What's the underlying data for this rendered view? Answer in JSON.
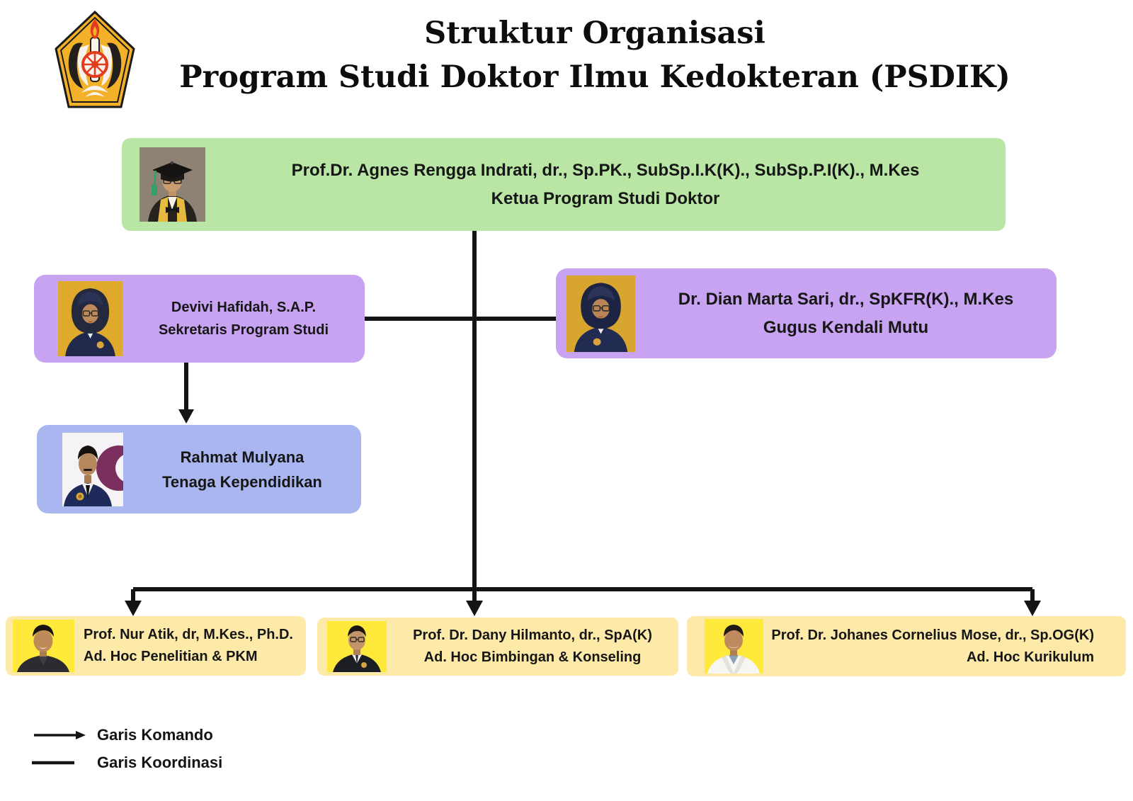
{
  "header": {
    "title_line1": "Struktur Organisasi",
    "title_line2": "Program Studi Doktor Ilmu Kedokteran (PSDIK)"
  },
  "org": {
    "ketua": {
      "name": "Prof.Dr. Agnes Rengga Indrati, dr., Sp.PK., SubSp.I.K(K)., SubSp.P.I(K)., M.Kes",
      "role": "Ketua Program Studi Doktor"
    },
    "sekretaris": {
      "name": "Devivi Hafidah, S.A.P.",
      "role": "Sekretaris Program Studi"
    },
    "gugus_kendali_mutu": {
      "name": "Dr. Dian Marta Sari, dr., SpKFR(K)., M.Kes",
      "role": "Gugus Kendali Mutu"
    },
    "tenaga_kependidikan": {
      "name": "Rahmat Mulyana",
      "role": "Tenaga Kependidikan"
    },
    "adhoc": [
      {
        "name": "Prof. Nur Atik, dr, M.Kes., Ph.D.",
        "role": "Ad. Hoc Penelitian & PKM"
      },
      {
        "name": "Prof. Dr. Dany Hilmanto, dr., SpA(K)",
        "role": "Ad. Hoc Bimbingan & Konseling"
      },
      {
        "name": "Prof. Dr. Johanes Cornelius Mose, dr., Sp.OG(K)",
        "role": "Ad. Hoc Kurikulum"
      }
    ]
  },
  "legend": {
    "komando": "Garis Komando",
    "koordinasi": "Garis Koordinasi"
  },
  "colors": {
    "box_green": "#b9e6a5",
    "box_purple": "#c8a3f2",
    "box_blue": "#a9b6ef",
    "box_yellow": "#fdeaa9",
    "photo_yellow": "#ffe93a",
    "photo_mustard": "#dfa92c",
    "line": "#141414",
    "logo_gold": "#f2b129"
  }
}
